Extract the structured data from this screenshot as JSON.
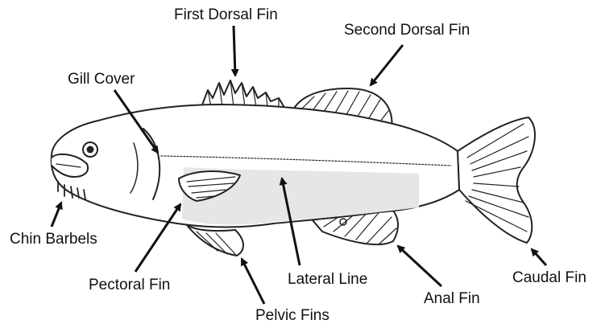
{
  "labels": {
    "first_dorsal_fin": "First Dorsal Fin",
    "second_dorsal_fin": "Second Dorsal Fin",
    "gill_cover": "Gill Cover",
    "chin_barbels": "Chin Barbels",
    "lateral_line": "Lateral Line",
    "anal_fin": "Anal Fin",
    "caudal_fin": "Caudal Fin",
    "pectoral_fin": "Pectoral Fin",
    "pelvic_fins": "Pelvic Fins"
  },
  "colors": {
    "line": "#222222",
    "body_fill": "#ffffff",
    "belly_fill": "#e6e6e6"
  }
}
